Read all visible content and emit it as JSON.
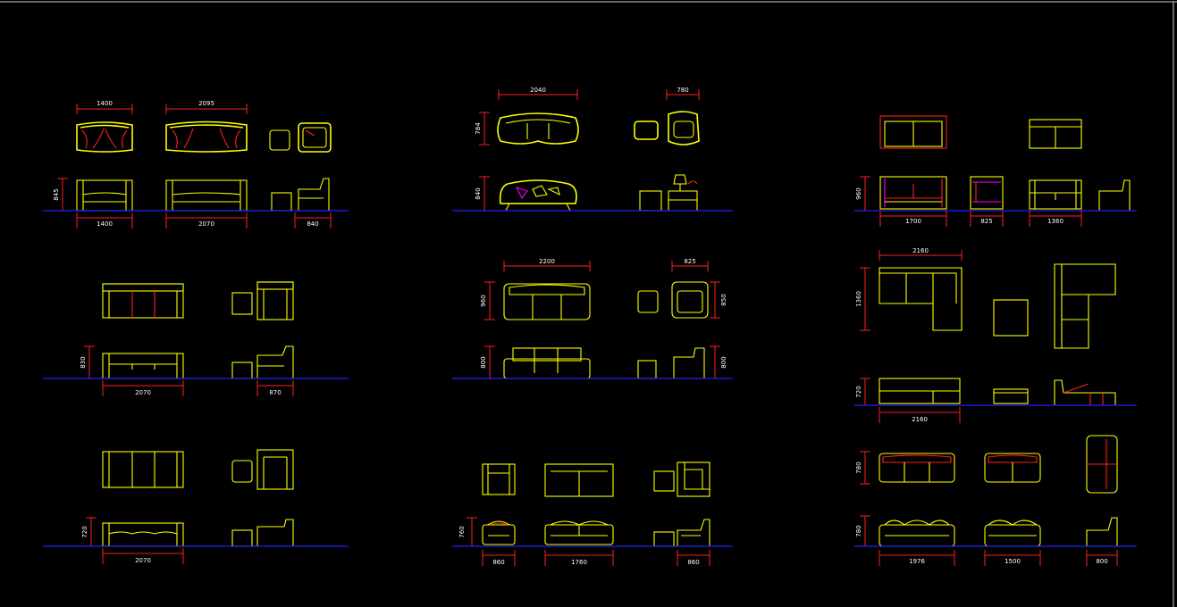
{
  "colors": {
    "background": "#000000",
    "furniture": "#ffff00",
    "dimension": "#ff2020",
    "ground": "#2020ff",
    "text": "#ffffff",
    "accent": "#ff00ff"
  },
  "dimensions": {
    "g1": {
      "top_loveseat": "1400",
      "top_sofa": "2095",
      "side_height": "845",
      "bottom_loveseat": "1400",
      "bottom_sofa": "2070",
      "bottom_chair": "840"
    },
    "g2": {
      "side_height": "830",
      "sofa_width": "2070",
      "chair_width": "870"
    },
    "g3": {
      "side_height": "720",
      "sofa_width": "2070"
    },
    "g4": {
      "top_width": "2040",
      "top_chair": "780",
      "top_depth": "784",
      "side_height": "840"
    },
    "g5": {
      "top_width": "2200",
      "top_chair": "825",
      "top_depth": "960",
      "chair_depth": "850",
      "side_height": "800",
      "chair_height": "800"
    },
    "g6": {
      "side_height": "760",
      "chair_width": "860",
      "sofa_width": "1760",
      "chair2_width": "860"
    },
    "g7": {
      "height": "960",
      "width_a": "1700",
      "width_b": "825",
      "width_c": "1360"
    },
    "g8": {
      "top_width": "2160",
      "depth": "1360",
      "height": "720",
      "bottom_width": "2160"
    },
    "g9": {
      "top_depth": "780",
      "height": "780",
      "width_a": "1976",
      "width_b": "1500",
      "width_c": "800"
    }
  }
}
